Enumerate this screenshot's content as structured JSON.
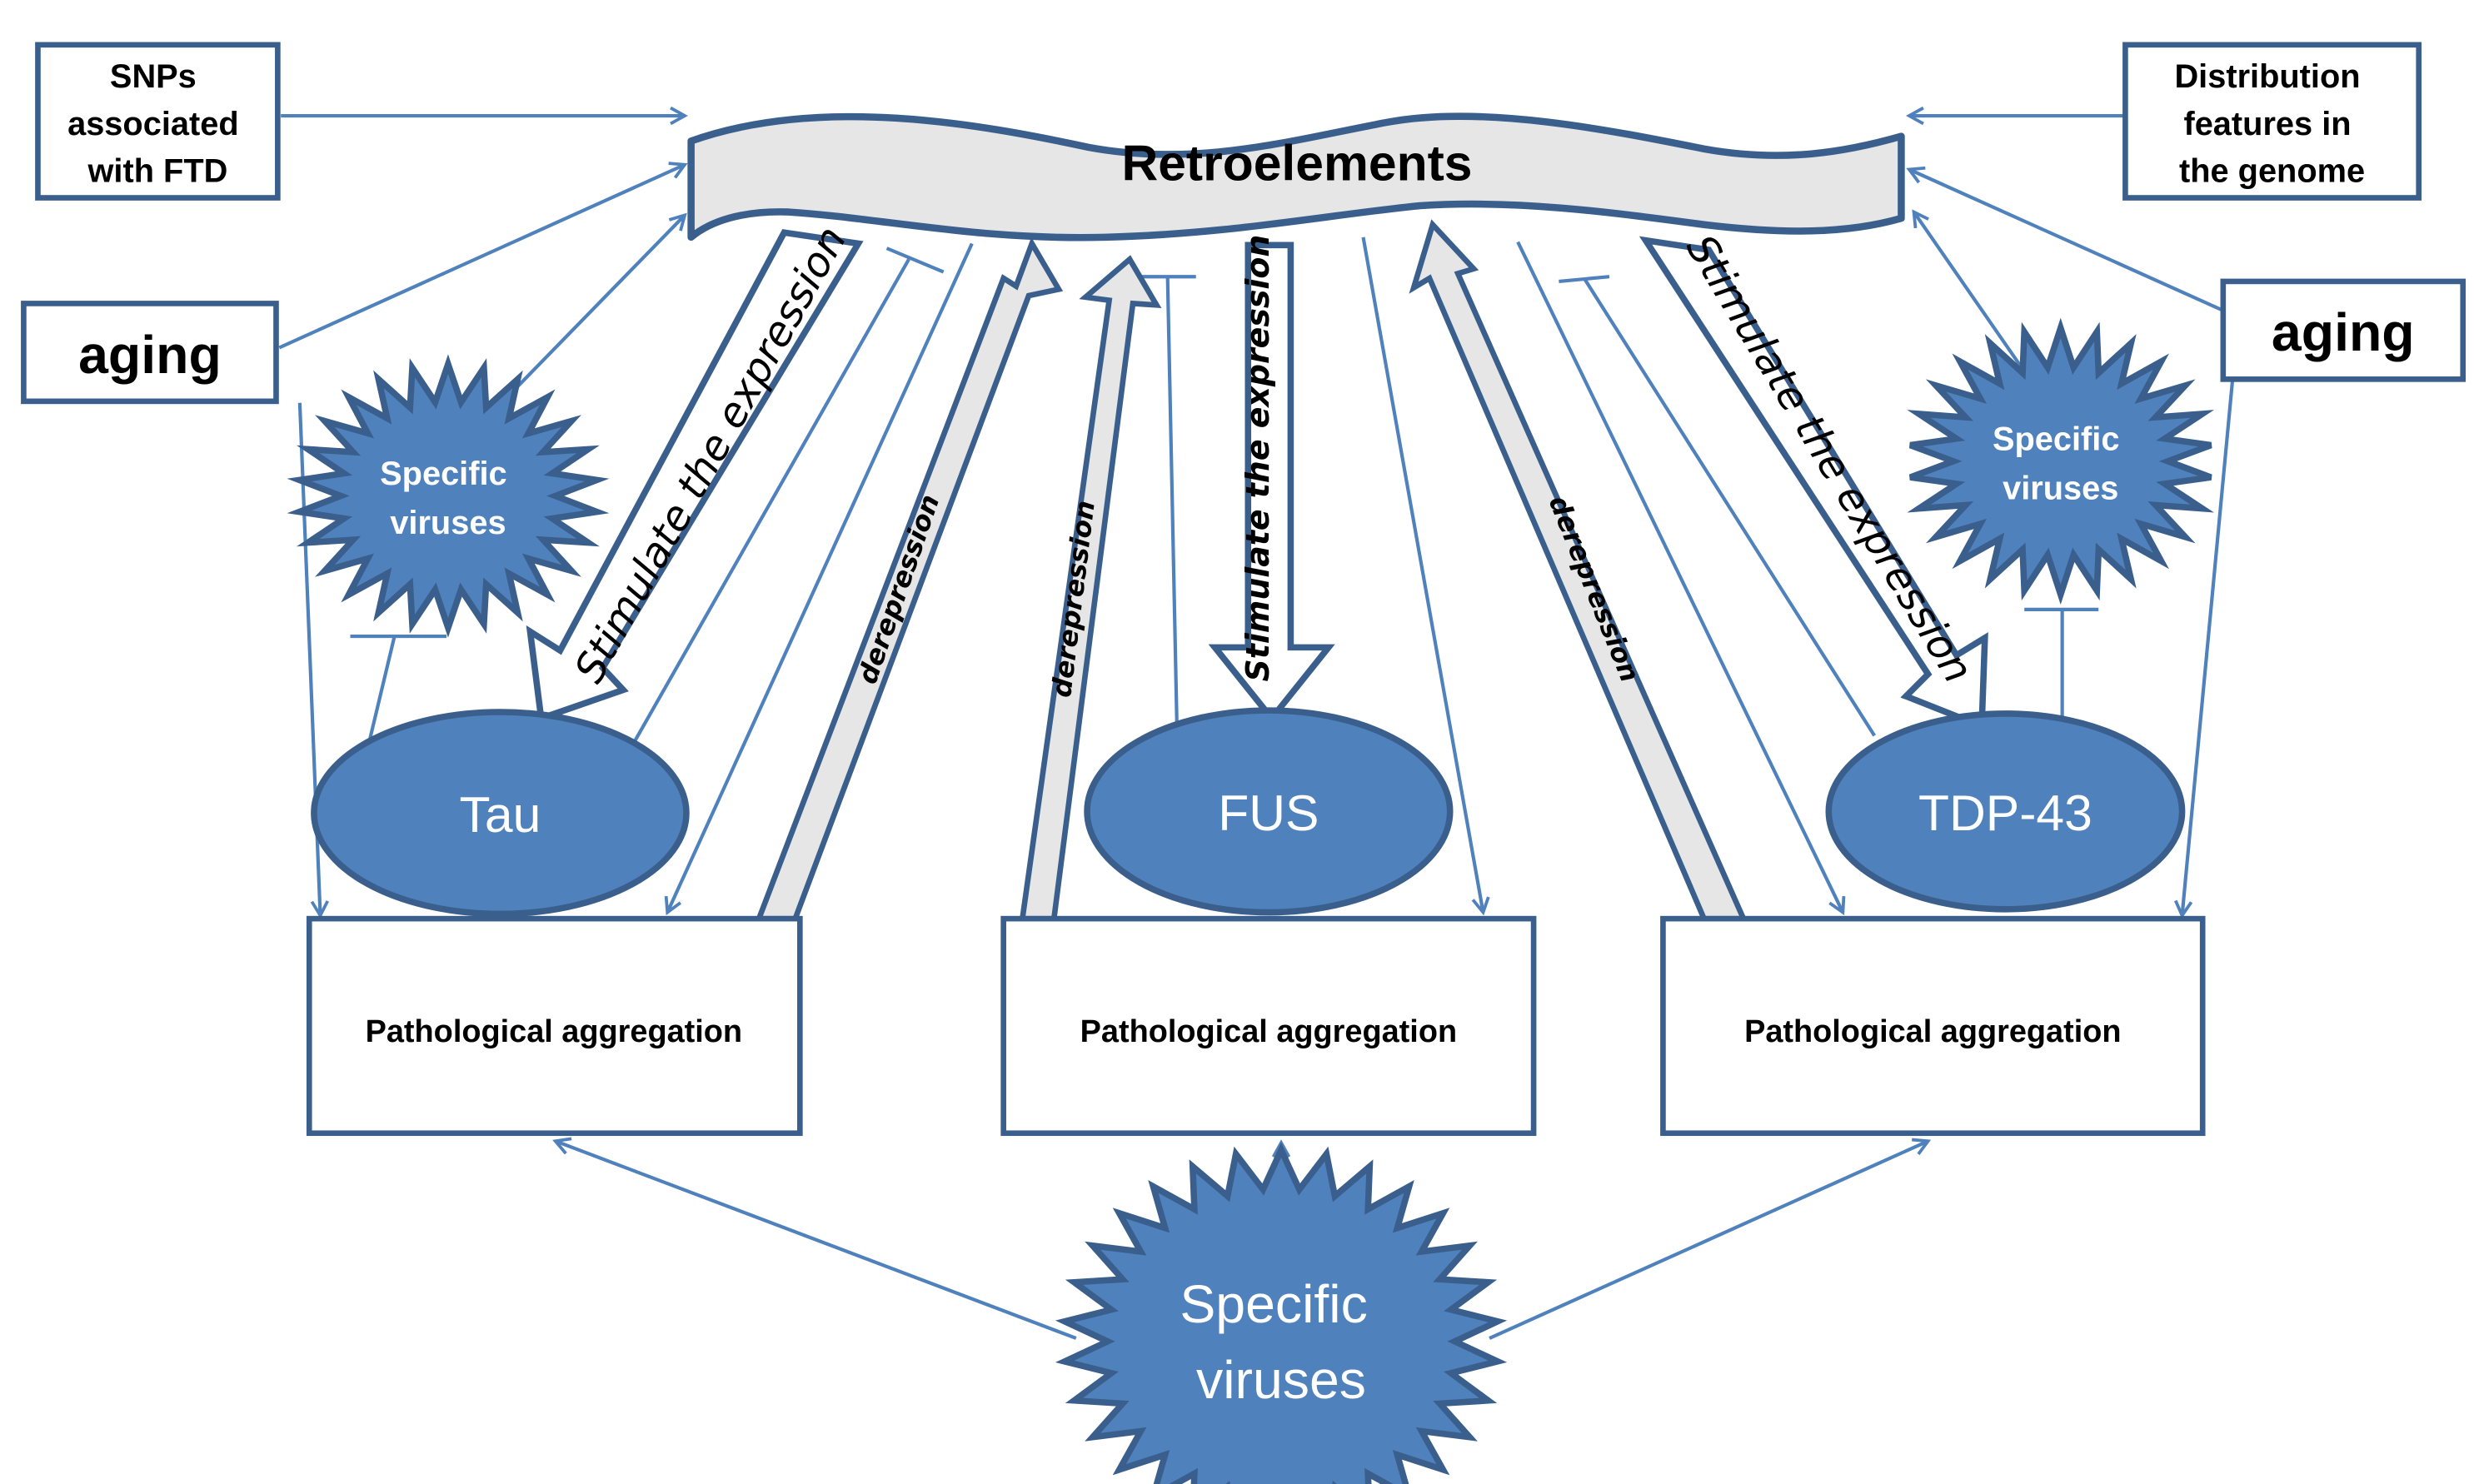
{
  "title": "Retroelements",
  "colors": {
    "node_fill": "#4f81bd",
    "node_stroke": "#3a5f8c",
    "line": "#4f81bd",
    "banner_fill": "#e6e6e6",
    "derepression_fill": "#e6e6e6"
  },
  "inputs": {
    "snps": [
      "SNPs",
      "associated",
      "with FTD"
    ],
    "distribution": [
      "Distribution",
      "features in",
      "the genome"
    ],
    "aging_left": "aging",
    "aging_right": "aging"
  },
  "proteins": [
    {
      "id": "tau",
      "label": "Tau"
    },
    {
      "id": "fus",
      "label": "FUS"
    },
    {
      "id": "tdp43",
      "label": "TDP-43"
    }
  ],
  "viruses": {
    "small_left": [
      "Specific",
      "viruses"
    ],
    "small_right": [
      "Specific",
      "viruses"
    ],
    "bottom": [
      "Specific",
      "viruses"
    ]
  },
  "aggregation_label": "Pathological aggregation",
  "arrow_labels": {
    "stimulate": "Stimulate the expression",
    "derepression": "derepression"
  }
}
